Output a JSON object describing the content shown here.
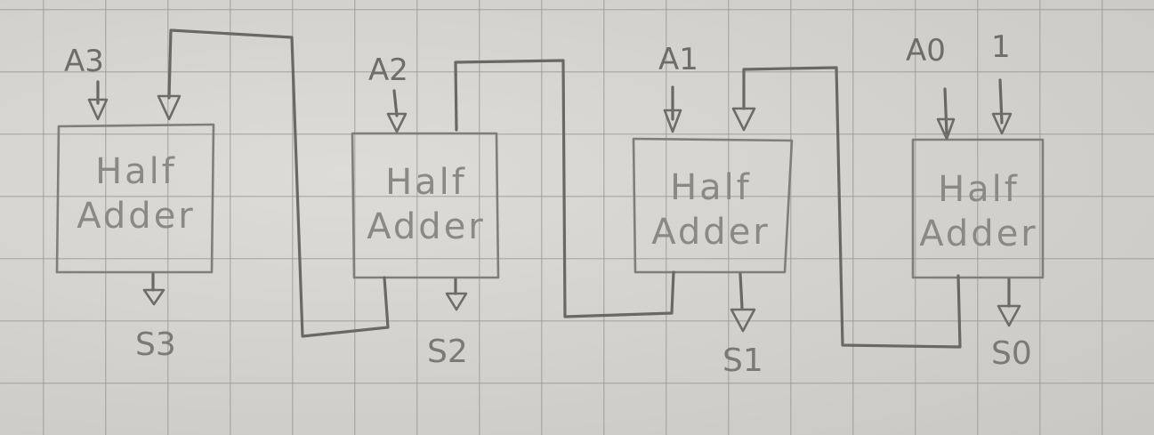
{
  "half_adders": [
    {
      "line1": "Half",
      "line2": "Adder"
    },
    {
      "line1": "Half",
      "line2": "Adder"
    },
    {
      "line1": "Half",
      "line2": "Adder"
    },
    {
      "line1": "Half",
      "line2": "Adder"
    }
  ],
  "inputs": {
    "a3": "A3",
    "a2": "A2",
    "a1": "A1",
    "a0": "A0",
    "one": "1"
  },
  "outputs": {
    "s3": "S3",
    "s2": "S2",
    "s1": "S1",
    "s0": "S0"
  }
}
